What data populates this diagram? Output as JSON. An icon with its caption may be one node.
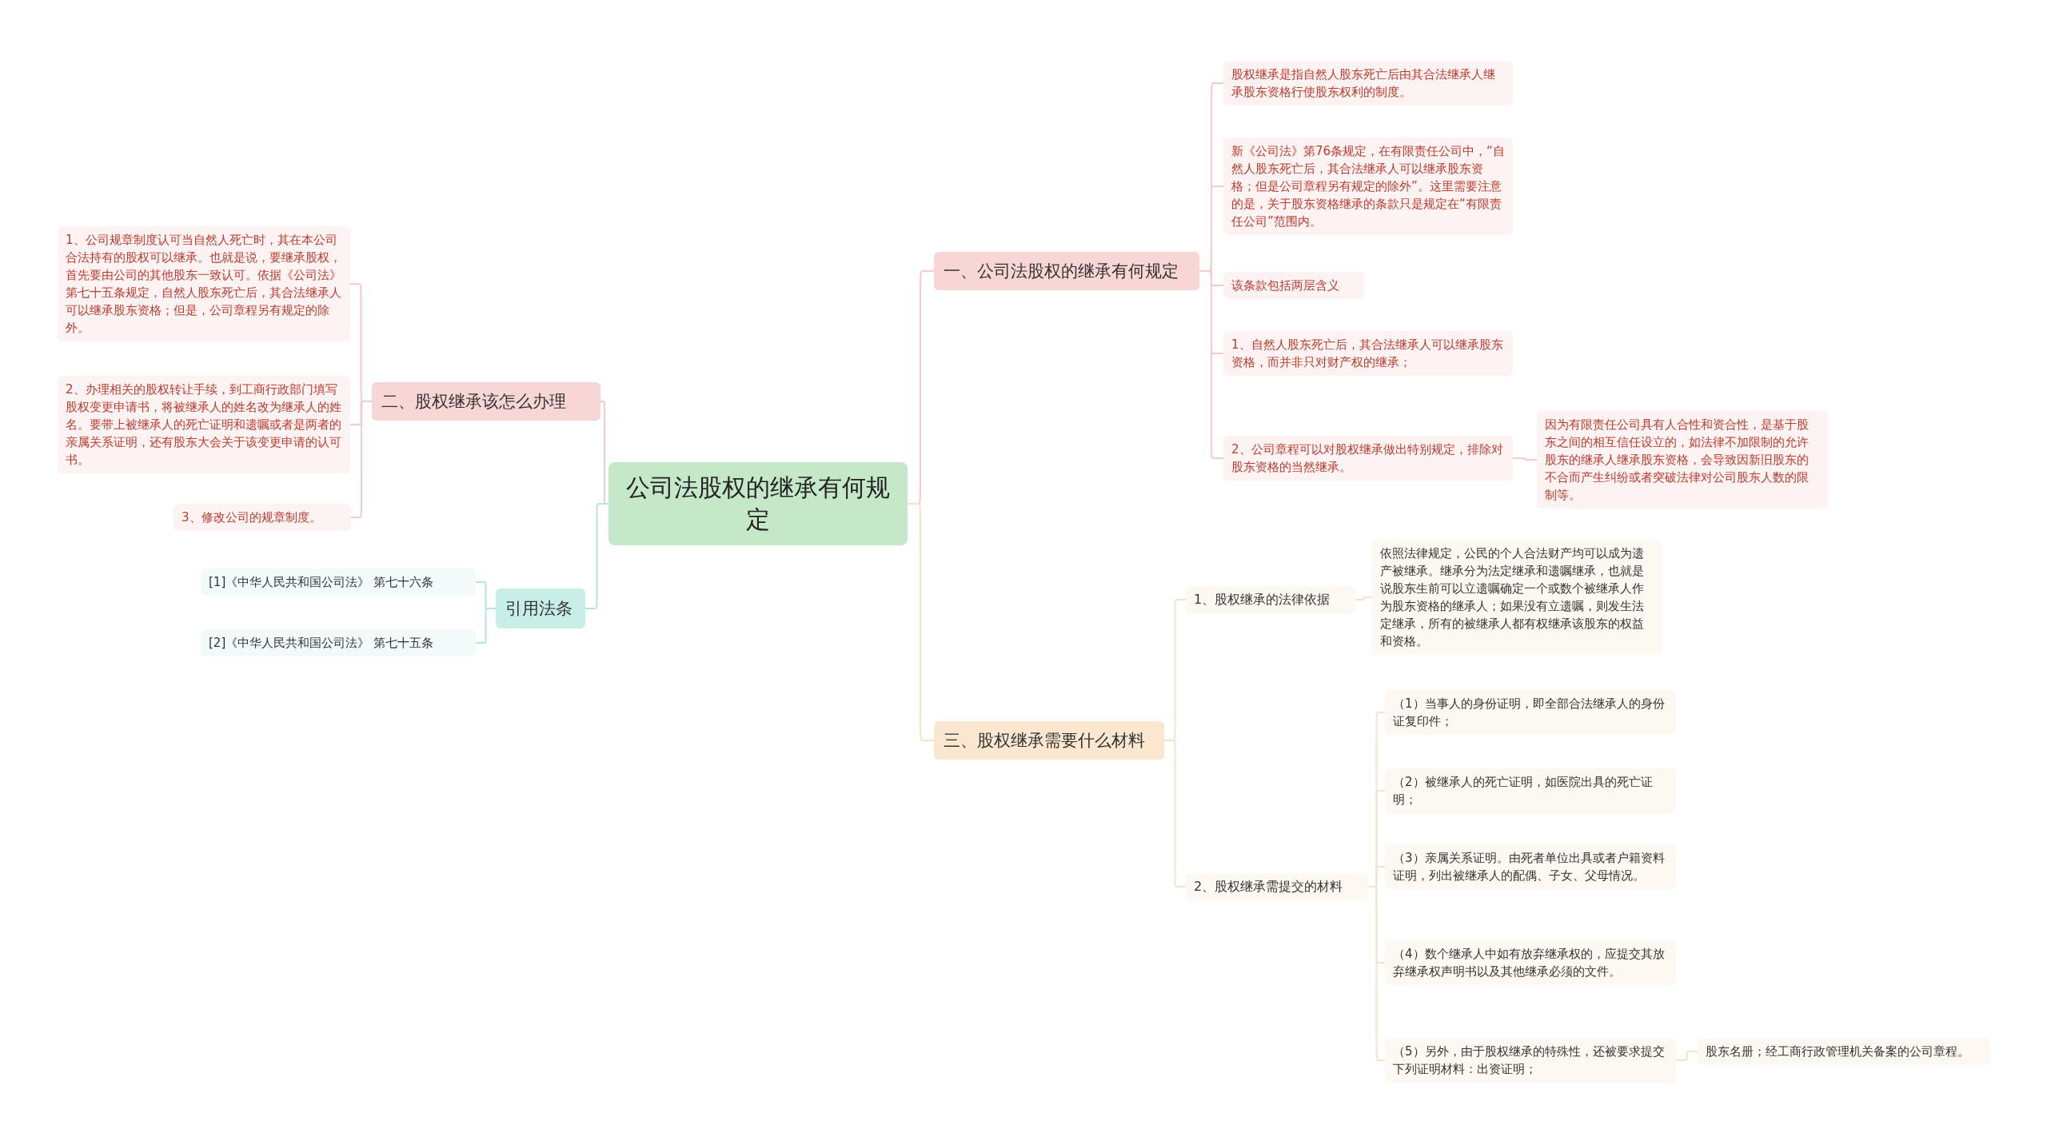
{
  "diagram": {
    "nodes": [
      {
        "text": [
          "公司法股权的继承有何规定"
        ]
      },
      {
        "text": [
          "一、公司法股权的继承有何规定"
        ]
      },
      {
        "text": [
          "股权继承是指自然人股东死亡后由其合法继承人继承股东资格行使股东权利的制度。"
        ]
      },
      {
        "text": [
          "新《公司法》第76条规定，在有限责任公司中，“自然人股东死亡后，其合法继承人可以继承股东资格；但是公司章程另有规定的除外”。这里需要注意的是，关于股东资格继承的条款只是规定在“有限责任公司”范围内。"
        ]
      },
      {
        "text": [
          "该条款包括两层含义"
        ]
      },
      {
        "text": [
          "1、自然人股东死亡后，其合法继承人可以继承股东资格，而并非只对财产权的继承；"
        ]
      },
      {
        "text": [
          "2、公司章程可以对股权继承做出特别规定，排除对股东资格的当然继承。"
        ]
      },
      {
        "text": [
          "因为有限责任公司具有人合性和资合性，是基于股东之间的相互信任设立的，如法律不加限制的允许股东的继承人继承股东资格，会导致因新旧股东的不合而产生纠纷或者突破法律对公司股东人数的限制等。"
        ]
      },
      {
        "text": [
          "二、股权继承该怎么办理"
        ]
      },
      {
        "text": [
          "1、公司规章制度认可当自然人死亡时，其在本公司合法持有的股权可以继承。也就是说，要继承股权，首先要由公司的其他股东一致认可。依据《公司法》第七十五条规定，自然人股东死亡后，其合法继承人可以继承股东资格；但是，公司章程另有规定的除外。"
        ]
      },
      {
        "text": [
          "2、办理相关的股权转让手续，到工商行政部门填写股权变更申请书，将被继承人的姓名改为继承人的姓名。要带上被继承人的死亡证明和遗嘱或者是两者的亲属关系证明，还有股东大会关于该变更申请的认可书。"
        ]
      },
      {
        "text": [
          "3、修改公司的规章制度。"
        ]
      },
      {
        "text": [
          "引用法条"
        ]
      },
      {
        "text": [
          "[1]《中华人民共和国公司法》 第七十六条"
        ]
      },
      {
        "text": [
          "[2]《中华人民共和国公司法》 第七十五条"
        ]
      },
      {
        "text": [
          "三、股权继承需要什么材料"
        ]
      },
      {
        "text": [
          "1、股权继承的法律依据"
        ]
      },
      {
        "text": [
          "依照法律规定，公民的个人合法财产均可以成为遗产被继承。继承分为法定继承和遗嘱继承，也就是说股东生前可以立遗嘱确定一个或数个被继承人作为股东资格的继承人；如果没有立遗嘱，则发生法定继承，所有的被继承人都有权继承该股东的权益和资格。"
        ]
      },
      {
        "text": [
          "2、股权继承需提交的材料"
        ]
      },
      {
        "text": [
          "（1）当事人的身份证明，即全部合法继承人的身份证复印件；"
        ]
      },
      {
        "text": [
          "（2）被继承人的死亡证明，如医院出具的死亡证明；"
        ]
      },
      {
        "text": [
          "（3）亲属关系证明。由死者单位出具或者户籍资料证明，列出被继承人的配偶、子女、父母情况。"
        ]
      },
      {
        "text": [
          "（4）数个继承人中如有放弃继承权的，应提交其放弃继承权声明书以及其他继承必须的文件。"
        ]
      },
      {
        "text": [
          "（5）另外，由于股权继承的特殊性，还被要求提交下列证明材料：出资证明；"
        ]
      },
      {
        "text": [
          "股东名册；经工商行政管理机关备案的公司章程。"
        ]
      }
    ],
    "edges": [
      {
        "from": 0,
        "to": 1,
        "arrow": "none"
      },
      {
        "from": 1,
        "to": 2,
        "arrow": "none"
      },
      {
        "from": 1,
        "to": 3,
        "arrow": "none"
      },
      {
        "from": 1,
        "to": 4,
        "arrow": "none"
      },
      {
        "from": 1,
        "to": 5,
        "arrow": "none"
      },
      {
        "from": 1,
        "to": 6,
        "arrow": "none"
      },
      {
        "from": 6,
        "to": 7,
        "arrow": "none"
      },
      {
        "from": 0,
        "to": 8,
        "arrow": "none"
      },
      {
        "from": 8,
        "to": 9,
        "arrow": "none"
      },
      {
        "from": 8,
        "to": 10,
        "arrow": "none"
      },
      {
        "from": 8,
        "to": 11,
        "arrow": "none"
      },
      {
        "from": 0,
        "to": 12,
        "arrow": "none",
        "color": "#b5e6de"
      },
      {
        "from": 12,
        "to": 13,
        "arrow": "none",
        "color": "#b5e6de"
      },
      {
        "from": 12,
        "to": 14,
        "arrow": "none",
        "color": "#b5e6de"
      },
      {
        "from": 0,
        "to": 15,
        "arrow": "none",
        "color": "#f6e3cc"
      },
      {
        "from": 15,
        "to": 16,
        "arrow": "none",
        "color": "#f6e3cc"
      },
      {
        "from": 16,
        "to": 17,
        "arrow": "none",
        "color": "#f6e3cc"
      },
      {
        "from": 15,
        "to": 18,
        "arrow": "none",
        "color": "#f6e3cc"
      },
      {
        "from": 18,
        "to": 19,
        "arrow": "none",
        "color": "#f6e3cc"
      },
      {
        "from": 18,
        "to": 20,
        "arrow": "none",
        "color": "#f6e3cc"
      },
      {
        "from": 18,
        "to": 21,
        "arrow": "none",
        "color": "#f6e3cc"
      },
      {
        "from": 18,
        "to": 22,
        "arrow": "none",
        "color": "#f6e3cc"
      },
      {
        "from": 18,
        "to": 23,
        "arrow": "none",
        "color": "#f6e3cc"
      },
      {
        "from": 23,
        "to": 24,
        "arrow": "none",
        "color": "#f6e3cc"
      }
    ]
  }
}
